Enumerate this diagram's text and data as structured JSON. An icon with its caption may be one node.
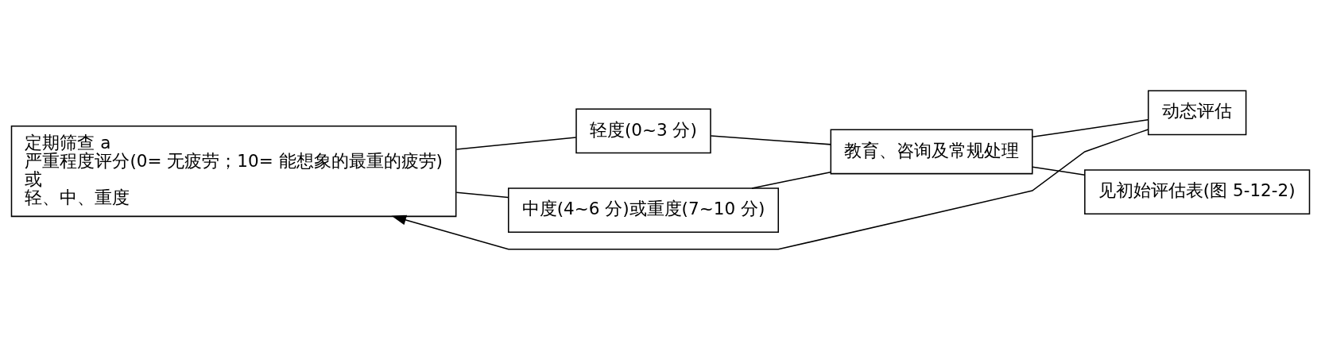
{
  "diagram": {
    "nodes": [
      {
        "text": [
          "定期筛查 a",
          "严重程度评分(0= 无疲劳；10= 能想象的最重的疲劳)",
          "或",
          "轻、中、重度"
        ]
      },
      {
        "text": [
          "轻度(0~3 分)"
        ]
      },
      {
        "text": [
          "中度(4~6 分)或重度(7~10 分)"
        ]
      },
      {
        "text": [
          "教育、咨询及常规处理"
        ]
      },
      {
        "text": [
          "动态评估"
        ]
      },
      {
        "text": [
          "见初始评估表(图 5-12-2)"
        ]
      }
    ],
    "edges": [
      {
        "from": 0,
        "to": 1,
        "arrow": "none"
      },
      {
        "from": 0,
        "to": 2,
        "arrow": "none"
      },
      {
        "from": 1,
        "to": 3,
        "arrow": "none"
      },
      {
        "from": 2,
        "to": 3,
        "arrow": "none"
      },
      {
        "from": 3,
        "to": 4,
        "arrow": "none"
      },
      {
        "from": 3,
        "to": 5,
        "arrow": "none"
      },
      {
        "from": 4,
        "to": 0,
        "arrow": "to"
      }
    ]
  }
}
